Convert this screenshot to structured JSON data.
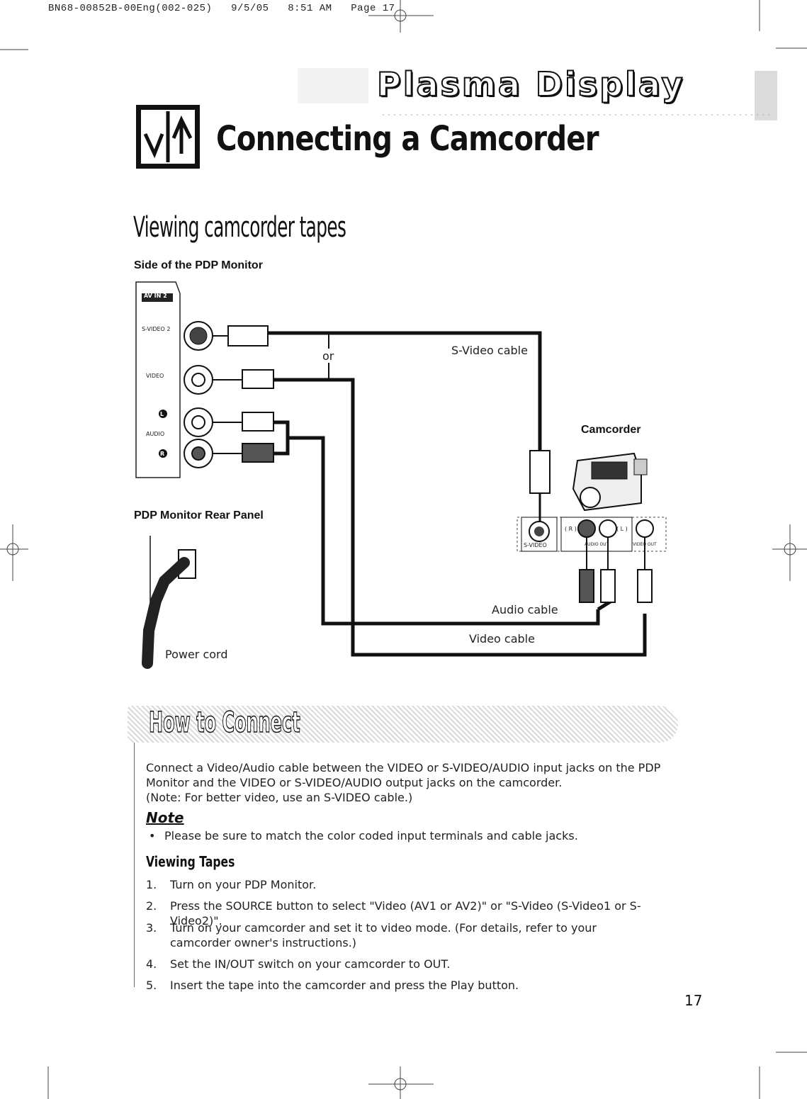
{
  "print_header": "BN68-00852B-00Eng(002-025)   9/5/05   8:51 AM   Page 17",
  "banner": "Plasma Display",
  "title": "Connecting a Camcorder",
  "subtitle": "Viewing camcorder tapes",
  "side_caption": "Side of the PDP Monitor",
  "rear_caption": "PDP Monitor Rear Panel",
  "panel": {
    "badge": "AV IN 2",
    "svideo2": "S-VIDEO 2",
    "video": "VIDEO",
    "audio": "AUDIO",
    "l": "L",
    "r": "R"
  },
  "diagram": {
    "or": "or",
    "svideo_cable": "S-Video cable",
    "camcorder": "Camcorder",
    "audio_cable": "Audio cable",
    "video_cable": "Video cable",
    "power_cord": "Power cord",
    "cam_svideo": "S-VIDEO",
    "cam_r": "( R )",
    "cam_l": "( L )",
    "cam_audio_out": "AUDIO OUT",
    "cam_video_out": "VIDEO OUT"
  },
  "howto": {
    "title": "How to Connect",
    "para": "Connect a Video/Audio cable between the VIDEO or S-VIDEO/AUDIO input jacks on the PDP Monitor and the VIDEO or S-VIDEO/AUDIO output jacks on the camcorder.",
    "note_paren": "(Note: For better video, use an S-VIDEO cable.)",
    "note_title": "Note",
    "note_bullet": "Please be sure to match the color coded input terminals and cable jacks.",
    "viewing_title": "Viewing Tapes",
    "steps": [
      {
        "num": "1.",
        "text": "Turn on your PDP Monitor."
      },
      {
        "num": "2.",
        "text": "Press the SOURCE button to select \"Video (AV1 or AV2)\" or \"S-Video (S-Video1 or S-Video2)\"."
      },
      {
        "num": "3.",
        "text": "Turn on your camcorder and set it to video mode. (For details, refer to your camcorder owner's instructions.)"
      },
      {
        "num": "4.",
        "text": "Set the IN/OUT switch on your camcorder to OUT."
      },
      {
        "num": "5.",
        "text": "Insert the tape into the camcorder and press the Play button."
      }
    ]
  },
  "page_number": "17",
  "icons": [
    "connect-logo-icon",
    "svideo-jack-icon",
    "rca-jack-icon",
    "camcorder-icon",
    "power-cord-icon",
    "crop-mark-icon"
  ]
}
